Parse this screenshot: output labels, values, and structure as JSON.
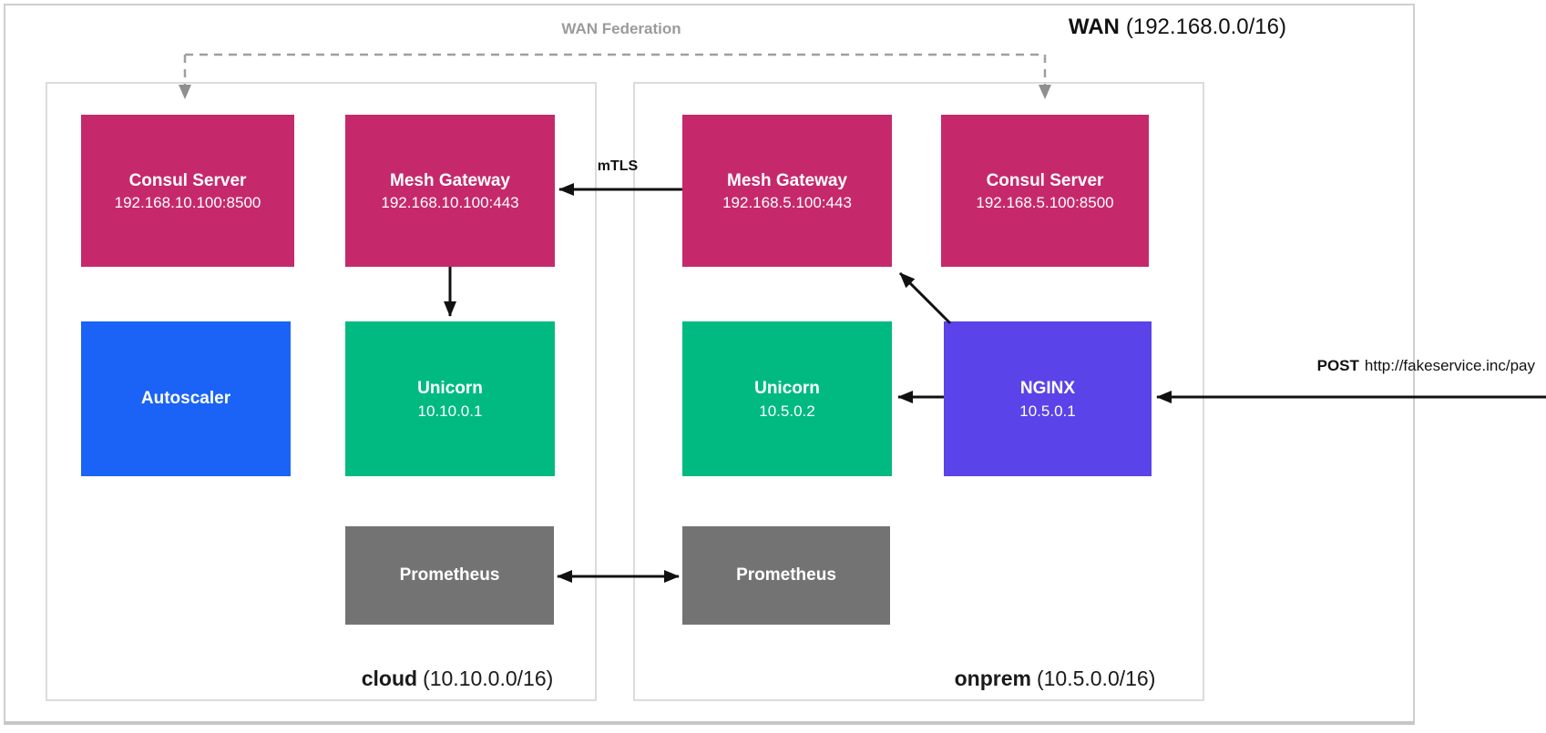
{
  "wan": {
    "name": "WAN",
    "cidr": "(192.168.0.0/16)"
  },
  "labels": {
    "wan_federation": "WAN Federation",
    "mtls": "mTLS",
    "post_method": "POST",
    "post_url": "http://fakeservice.inc/pay"
  },
  "zones": [
    {
      "name": "cloud",
      "cidr": "(10.10.0.0/16)"
    },
    {
      "name": "onprem",
      "cidr": "(10.5.0.0/16)"
    }
  ],
  "nodes": {
    "consul_cloud": {
      "title": "Consul Server",
      "subtitle": "192.168.10.100:8500",
      "color": "#c5296b"
    },
    "mesh_cloud": {
      "title": "Mesh Gateway",
      "subtitle": "192.168.10.100:443",
      "color": "#c5296b"
    },
    "mesh_onprem": {
      "title": "Mesh Gateway",
      "subtitle": "192.168.5.100:443",
      "color": "#c5296b"
    },
    "consul_onprem": {
      "title": "Consul Server",
      "subtitle": "192.168.5.100:8500",
      "color": "#c5296b"
    },
    "autoscaler": {
      "title": "Autoscaler",
      "subtitle": "",
      "color": "#1a63f6"
    },
    "unicorn_cloud": {
      "title": "Unicorn",
      "subtitle": "10.10.0.1",
      "color": "#00ba81"
    },
    "unicorn_onprem": {
      "title": "Unicorn",
      "subtitle": "10.5.0.2",
      "color": "#00ba81"
    },
    "nginx": {
      "title": "NGINX",
      "subtitle": "10.5.0.1",
      "color": "#5a43e8"
    },
    "prometheus_cloud": {
      "title": "Prometheus",
      "subtitle": "",
      "color": "#737373"
    }
  },
  "nodes2": {
    "prometheus_onprem": {
      "title": "Prometheus",
      "subtitle": "",
      "color": "#737373"
    }
  },
  "colors": {
    "magenta": "#c5296b",
    "blue": "#1a63f6",
    "green": "#00ba81",
    "purple": "#5a43e8",
    "gray_box": "#737373",
    "border_gray": "#dcdcdc",
    "federation_gray": "#9b9b9b",
    "arrow_black": "#111111"
  }
}
